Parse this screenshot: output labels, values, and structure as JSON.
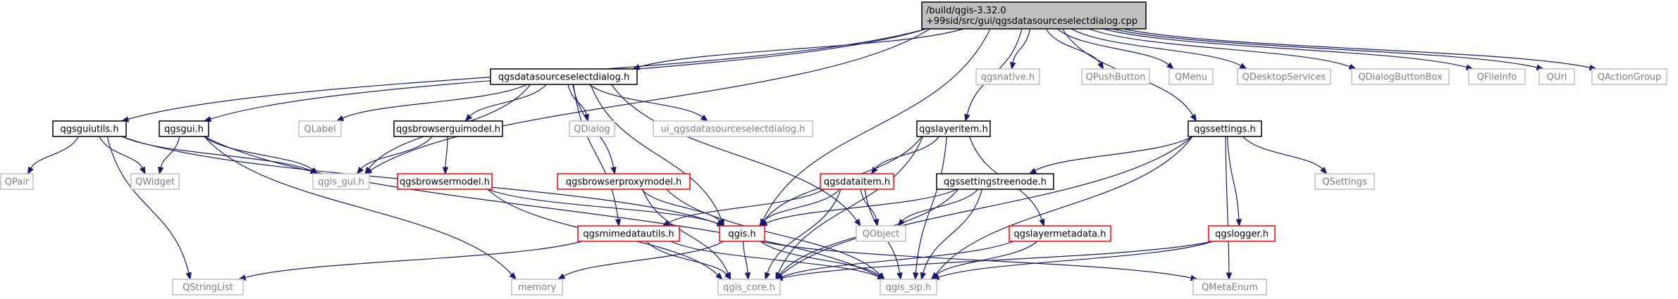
{
  "title": "/build/qgis-3.32.0+99sid/src/gui/qgsdatasourceselectdialog.cpp",
  "colors": {
    "edge": "#191970",
    "documented_border": "#000000",
    "red_border": "#ff0000",
    "external_border": "#bfbfbf",
    "root_fill": "#bfbfbf"
  },
  "nodes": [
    {
      "id": "root",
      "lines": [
        "/build/qgis-3.32.0",
        "+99sid/src/gui/qgsdatasourceselectdialog.cpp"
      ],
      "style": "root"
    },
    {
      "id": "qgsguiutils",
      "lines": [
        "qgsguiutils.h"
      ],
      "style": "black"
    },
    {
      "id": "qgsgui",
      "lines": [
        "qgsgui.h"
      ],
      "style": "black"
    },
    {
      "id": "qgsdssdialog",
      "lines": [
        "qgsdatasourceselectdialog.h"
      ],
      "style": "black"
    },
    {
      "id": "qgsnative",
      "lines": [
        "qgsnative.h"
      ],
      "style": "grey"
    },
    {
      "id": "qgslayeritem",
      "lines": [
        "qgslayeritem.h"
      ],
      "style": "black"
    },
    {
      "id": "qpushbutton",
      "lines": [
        "QPushButton"
      ],
      "style": "grey"
    },
    {
      "id": "qmenu",
      "lines": [
        "QMenu"
      ],
      "style": "grey"
    },
    {
      "id": "qdesktopservices",
      "lines": [
        "QDesktopServices"
      ],
      "style": "grey"
    },
    {
      "id": "qdialogbuttonbox",
      "lines": [
        "QDialogButtonBox"
      ],
      "style": "grey"
    },
    {
      "id": "qfileinfo",
      "lines": [
        "QFileInfo"
      ],
      "style": "grey"
    },
    {
      "id": "qurl",
      "lines": [
        "QUrl"
      ],
      "style": "grey"
    },
    {
      "id": "qactiongroup",
      "lines": [
        "QActionGroup"
      ],
      "style": "grey"
    },
    {
      "id": "qlabel",
      "lines": [
        "QLabel"
      ],
      "style": "grey"
    },
    {
      "id": "qgsbrowserguimodel",
      "lines": [
        "qgsbrowserguimodel.h"
      ],
      "style": "black"
    },
    {
      "id": "qdialog",
      "lines": [
        "QDialog"
      ],
      "style": "grey"
    },
    {
      "id": "ui_qgsdss",
      "lines": [
        "ui_qgsdatasourceselectdialog.h"
      ],
      "style": "grey"
    },
    {
      "id": "qgssettings",
      "lines": [
        "qgssettings.h"
      ],
      "style": "black"
    },
    {
      "id": "qpair",
      "lines": [
        "QPair"
      ],
      "style": "grey"
    },
    {
      "id": "qwidget",
      "lines": [
        "QWidget"
      ],
      "style": "grey"
    },
    {
      "id": "qgis_gui",
      "lines": [
        "qgis_gui.h"
      ],
      "style": "grey"
    },
    {
      "id": "qgsbrowsermodel",
      "lines": [
        "qgsbrowsermodel.h"
      ],
      "style": "red"
    },
    {
      "id": "qgsbrowserproxymodel",
      "lines": [
        "qgsbrowserproxymodel.h"
      ],
      "style": "red"
    },
    {
      "id": "qgsdataitem",
      "lines": [
        "qgsdataitem.h"
      ],
      "style": "red"
    },
    {
      "id": "qgssettingstreenode",
      "lines": [
        "qgssettingstreenode.h"
      ],
      "style": "black"
    },
    {
      "id": "qsettings",
      "lines": [
        "QSettings"
      ],
      "style": "grey"
    },
    {
      "id": "qgsmimedatautils",
      "lines": [
        "qgsmimedatautils.h"
      ],
      "style": "red"
    },
    {
      "id": "qgis_h",
      "lines": [
        "qgis.h"
      ],
      "style": "red"
    },
    {
      "id": "qobject",
      "lines": [
        "QObject"
      ],
      "style": "grey"
    },
    {
      "id": "qgslayermetadata",
      "lines": [
        "qgslayermetadata.h"
      ],
      "style": "red"
    },
    {
      "id": "qgslogger",
      "lines": [
        "qgslogger.h"
      ],
      "style": "red"
    },
    {
      "id": "qstringlist",
      "lines": [
        "QStringList"
      ],
      "style": "grey"
    },
    {
      "id": "memory",
      "lines": [
        "memory"
      ],
      "style": "grey"
    },
    {
      "id": "qgis_core",
      "lines": [
        "qgis_core.h"
      ],
      "style": "grey"
    },
    {
      "id": "qgis_sip",
      "lines": [
        "qgis_sip.h"
      ],
      "style": "grey"
    },
    {
      "id": "qmetaenum",
      "lines": [
        "QMetaEnum"
      ],
      "style": "grey"
    }
  ],
  "edges": [
    [
      "root",
      "qgsguiutils"
    ],
    [
      "root",
      "qgsgui"
    ],
    [
      "root",
      "qgsdssdialog"
    ],
    [
      "root",
      "qgsnative"
    ],
    [
      "root",
      "qgslayeritem"
    ],
    [
      "root",
      "qpushbutton"
    ],
    [
      "root",
      "qmenu"
    ],
    [
      "root",
      "qdesktopservices"
    ],
    [
      "root",
      "qdialogbuttonbox"
    ],
    [
      "root",
      "qfileinfo"
    ],
    [
      "root",
      "qurl"
    ],
    [
      "root",
      "qactiongroup"
    ],
    [
      "root",
      "qgssettings"
    ],
    [
      "root",
      "qgis_h"
    ],
    [
      "root",
      "qgis_gui"
    ],
    [
      "qgsguiutils",
      "qpair"
    ],
    [
      "qgsguiutils",
      "qwidget"
    ],
    [
      "qgsguiutils",
      "qgis_gui"
    ],
    [
      "qgsguiutils",
      "qstringlist"
    ],
    [
      "qgsguiutils",
      "qgis_h"
    ],
    [
      "qgsgui",
      "qwidget"
    ],
    [
      "qgsgui",
      "qgis_gui"
    ],
    [
      "qgsgui",
      "memory"
    ],
    [
      "qgsgui",
      "qgis_sip"
    ],
    [
      "qgsdssdialog",
      "qlabel"
    ],
    [
      "qgsdssdialog",
      "qgsbrowserguimodel"
    ],
    [
      "qgsdssdialog",
      "qdialog"
    ],
    [
      "qgsdssdialog",
      "ui_qgsdss"
    ],
    [
      "qgsdssdialog",
      "qgis_gui"
    ],
    [
      "qgsdssdialog",
      "qgsbrowserproxymodel"
    ],
    [
      "qgsdssdialog",
      "qobject"
    ],
    [
      "qgsdssdialog",
      "qgis_h"
    ],
    [
      "qgsdssdialog",
      "qgsmimedatautils"
    ],
    [
      "qgsbrowserguimodel",
      "qgis_gui"
    ],
    [
      "qgsbrowserguimodel",
      "qgsbrowsermodel"
    ],
    [
      "qgsbrowsermodel",
      "qgis_h"
    ],
    [
      "qgsbrowsermodel",
      "qgis_core"
    ],
    [
      "qgslayeritem",
      "qgsdataitem"
    ],
    [
      "qgslayeritem",
      "qgis_h"
    ],
    [
      "qgslayeritem",
      "qgslayermetadata"
    ],
    [
      "qgslayeritem",
      "qgis_core"
    ],
    [
      "qgslayeritem",
      "qgis_sip"
    ],
    [
      "qgsbrowserproxymodel",
      "qgis_h"
    ],
    [
      "qgsbrowserproxymodel",
      "qgis_core"
    ],
    [
      "qgsbrowserproxymodel",
      "qgis_sip"
    ],
    [
      "qgsdataitem",
      "qgsmimedatautils"
    ],
    [
      "qgsdataitem",
      "qgis_h"
    ],
    [
      "qgsdataitem",
      "qobject"
    ],
    [
      "qgsdataitem",
      "qgis_core"
    ],
    [
      "qgsdataitem",
      "qgis_sip"
    ],
    [
      "qgsmimedatautils",
      "qstringlist"
    ],
    [
      "qgsmimedatautils",
      "qgis_core"
    ],
    [
      "qgsmimedatautils",
      "qgis_sip"
    ],
    [
      "qgis_h",
      "memory"
    ],
    [
      "qgis_h",
      "qgis_core"
    ],
    [
      "qgis_h",
      "qgis_sip"
    ],
    [
      "qgis_h",
      "qmetaenum"
    ],
    [
      "qgssettings",
      "qgssettingstreenode"
    ],
    [
      "qgssettings",
      "qsettings"
    ],
    [
      "qgssettings",
      "qgslogger"
    ],
    [
      "qgssettings",
      "qgis_core"
    ],
    [
      "qgssettings",
      "qgis_sip"
    ],
    [
      "qgssettings",
      "qmetaenum"
    ],
    [
      "qgssettingstreenode",
      "qgis_h"
    ],
    [
      "qgssettingstreenode",
      "qobject"
    ],
    [
      "qgssettingstreenode",
      "qgis_core"
    ],
    [
      "qgssettingstreenode",
      "qgis_sip"
    ],
    [
      "qgslayermetadata",
      "qgis_core"
    ],
    [
      "qgslayermetadata",
      "qgis_sip"
    ],
    [
      "qgslogger",
      "qgis_core"
    ],
    [
      "qgslogger",
      "qgis_sip"
    ]
  ]
}
